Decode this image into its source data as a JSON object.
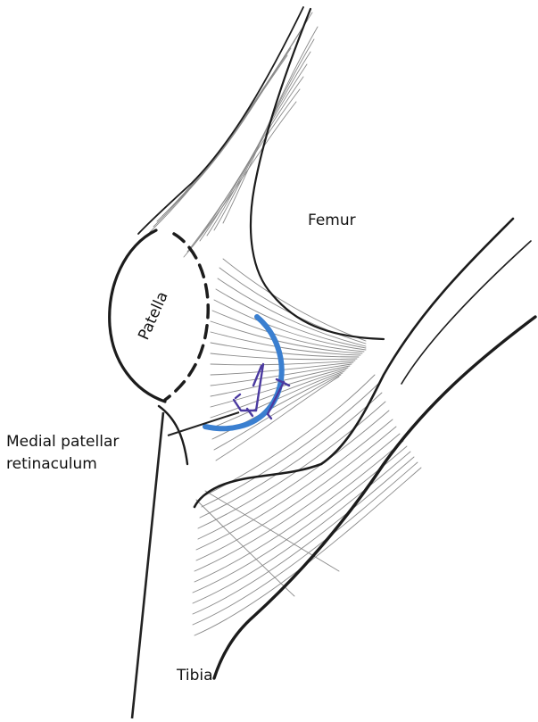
{
  "labels": {
    "femur": "Femur",
    "patella": "Patella",
    "retinaculum_line1": "Medial patellar",
    "retinaculum_line2": "retinaculum",
    "tibia": "Tibia"
  },
  "colors": {
    "outline": "#1c1c1c",
    "fibers": "#8a8a8a",
    "ligament_arc": "#3a7fd0",
    "nerve_branches": "#4b3aa0"
  }
}
